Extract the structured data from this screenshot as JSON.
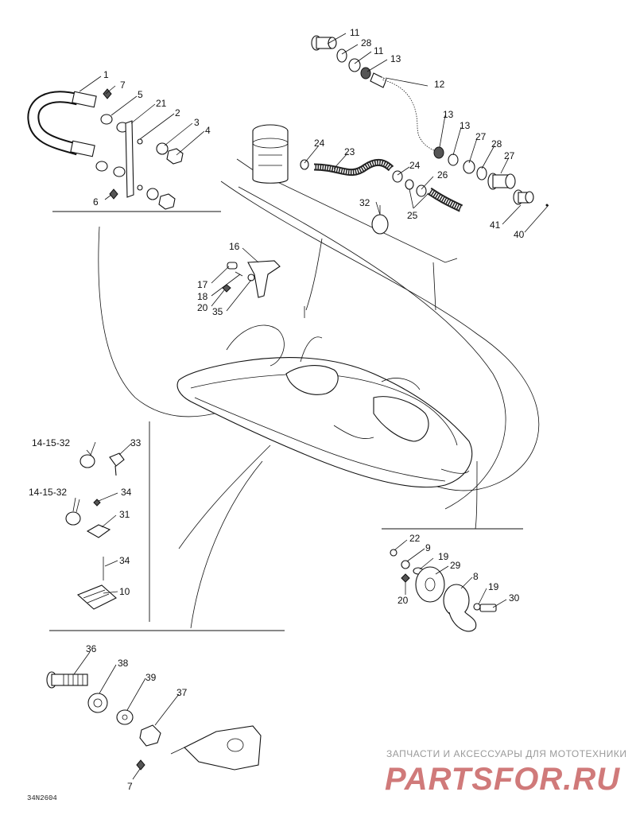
{
  "diagram_code": "34N2604",
  "watermark": {
    "caption": "ЗАПЧАСТИ И АКСЕССУАРЫ ДЛЯ МОТОТЕХНИКИ",
    "logo": "PARTSFOR.RU"
  },
  "callouts": {
    "c11a": "11",
    "c28a": "28",
    "c11b": "11",
    "c13a": "13",
    "c12": "12",
    "c13b": "13",
    "c13c": "13",
    "c27a": "27",
    "c28b": "28",
    "c27b": "27",
    "c24a": "24",
    "c23": "23",
    "c24b": "24",
    "c26": "26",
    "c25": "25",
    "c32": "32",
    "c41": "41",
    "c40": "40",
    "c1": "1",
    "c7a": "7",
    "c5": "5",
    "c21": "21",
    "c2": "2",
    "c3": "3",
    "c4": "4",
    "c6": "6",
    "c16": "16",
    "c17": "17",
    "c18": "18",
    "c20a": "20",
    "c35": "35",
    "c141532a": "14-15-32",
    "c33": "33",
    "c141532b": "14-15-32",
    "c34a": "34",
    "c31": "31",
    "c34b": "34",
    "c10": "10",
    "c22": "22",
    "c9": "9",
    "c19a": "19",
    "c29": "29",
    "c8": "8",
    "c19b": "19",
    "c30": "30",
    "c20b": "20",
    "c36": "36",
    "c38": "38",
    "c39": "39",
    "c37": "37",
    "c7b": "7"
  }
}
